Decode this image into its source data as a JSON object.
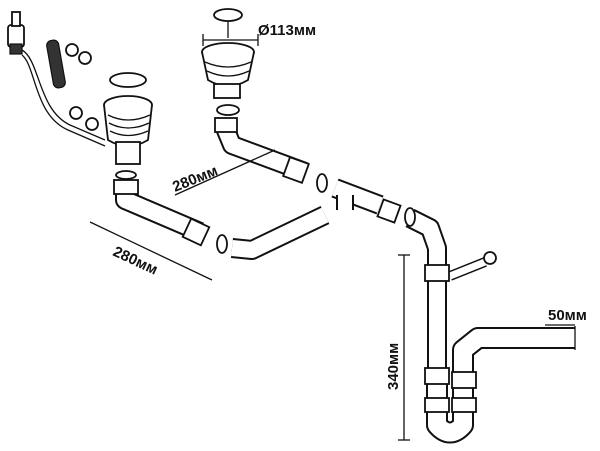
{
  "diagram": {
    "dimensions": {
      "strainer_diameter": "Ø113мм",
      "upper_pipe_length": "280мм",
      "lower_pipe_length": "280мм",
      "trap_height": "340мм",
      "outlet_diameter": "50мм"
    }
  }
}
